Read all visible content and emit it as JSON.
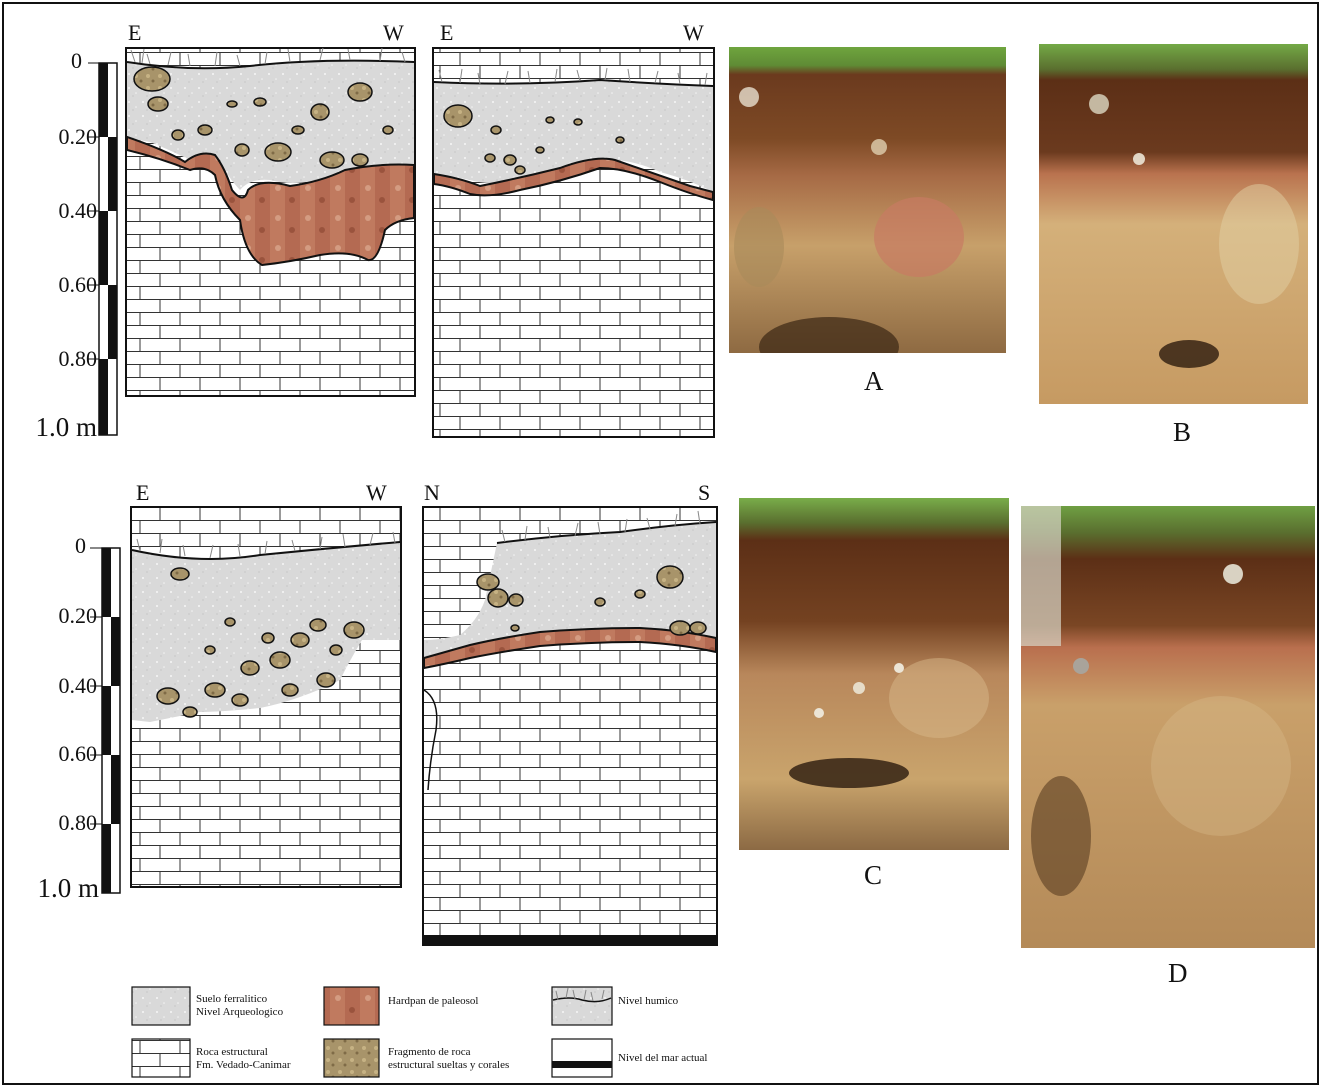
{
  "scale": {
    "ticks": [
      "0",
      "0.20",
      "0.40",
      "0.60",
      "0.80"
    ],
    "end_label": "1.0 m"
  },
  "profiles": [
    {
      "left": "E",
      "right": "W"
    },
    {
      "left": "E",
      "right": "W"
    },
    {
      "left": "E",
      "right": "W"
    },
    {
      "left": "N",
      "right": "S"
    }
  ],
  "photos": [
    {
      "label": "A"
    },
    {
      "label": "B"
    },
    {
      "label": "C"
    },
    {
      "label": "D"
    }
  ],
  "legend": {
    "suelo": [
      "Suelo ferralitico",
      "Nivel Arqueologico"
    ],
    "hardpan": [
      "Hardpan de paleosol"
    ],
    "humico": [
      "Nivel humico"
    ],
    "roca": [
      "Roca estructural",
      "Fm. Vedado-Canimar"
    ],
    "fragmento": [
      "Fragmento de roca",
      "estructural sueltas y corales"
    ],
    "mar": [
      "Nivel del mar actual"
    ]
  },
  "colors": {
    "soil": "#d9d9d9",
    "hardpan": "#b46a52",
    "hardpan_dark": "#8e4a38",
    "clast": "#a8946a",
    "limestone_line": "#222222",
    "grass": "#6fa53e",
    "topsoil": "#6b3a1e",
    "rock": "#c69a62"
  }
}
